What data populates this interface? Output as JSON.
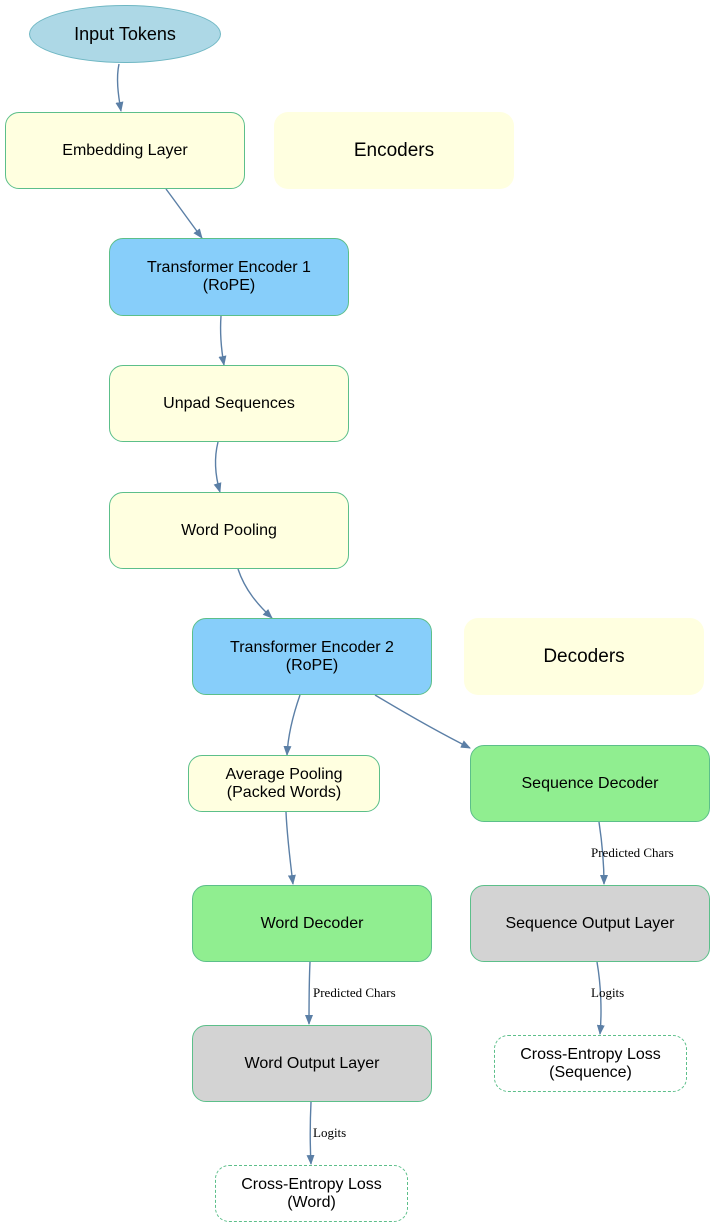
{
  "nodes": {
    "input_tokens": "Input Tokens",
    "embedding_layer": "Embedding Layer",
    "encoders_label": "Encoders",
    "transformer_encoder_1": "Transformer Encoder 1\n(RoPE)",
    "unpad_sequences": "Unpad Sequences",
    "word_pooling": "Word Pooling",
    "transformer_encoder_2": "Transformer Encoder 2\n(RoPE)",
    "decoders_label": "Decoders",
    "average_pooling": "Average Pooling\n(Packed Words)",
    "sequence_decoder": "Sequence Decoder",
    "word_decoder": "Word Decoder",
    "sequence_output_layer": "Sequence Output Layer",
    "word_output_layer": "Word Output Layer",
    "cross_entropy_sequence": "Cross-Entropy Loss\n(Sequence)",
    "cross_entropy_word": "Cross-Entropy Loss\n(Word)"
  },
  "edge_labels": {
    "seq_predicted_chars": "Predicted Chars",
    "word_predicted_chars": "Predicted Chars",
    "seq_logits": "Logits",
    "word_logits": "Logits"
  },
  "colors": {
    "edge": "#5b7fa6",
    "node_border": "#5cbf8a",
    "yellow": "#ffffe0",
    "blue": "#87cefa",
    "green": "#90ee90",
    "gray": "#d3d3d3",
    "light_blue": "#add8e6"
  }
}
